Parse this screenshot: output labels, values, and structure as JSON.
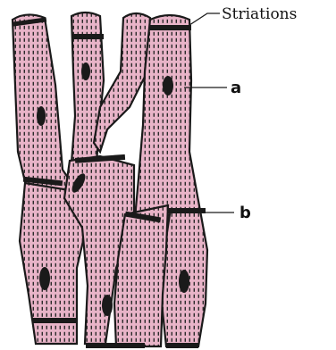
{
  "labels": {
    "striations": "Striations",
    "a": "a",
    "b": "b"
  },
  "colors": {
    "fiber_fill": "#e8b4c8",
    "outline": "#1a1a1a",
    "background": "#ffffff"
  }
}
